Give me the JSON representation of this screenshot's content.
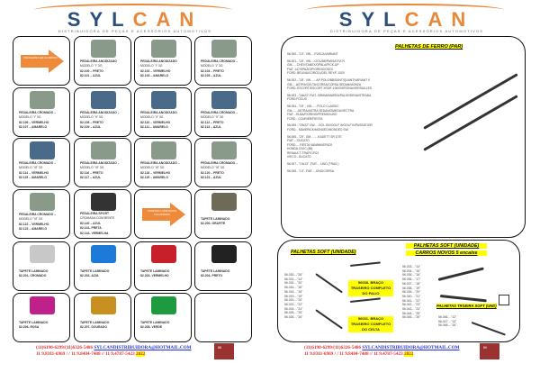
{
  "brand": {
    "name": "SYLCAN",
    "tagline": "DISTRIBUIDORA DE PEÇAS E ACESSÓRIOS AUTOMOTIVOS"
  },
  "left": {
    "arrows": {
      "pedaleira": "PEDALEIRA EM ALUMÍNIO",
      "tapetes": "TAPETES LAMINADOS COLORIDOS"
    },
    "cards": [
      {
        "lines": [
          "PEDALEIRA ANODIZADO",
          "MODELO \"I\" 3G",
          "82.100 – PRETO",
          "82.101 – AZUL"
        ],
        "color": "#8a9a8a"
      },
      {
        "lines": [
          "PEDALEIRA ANODIZADO",
          "MODELO \"I\" 3G",
          "82.102 – VERMELHO",
          "82.103 – AMARELO"
        ],
        "color": "#8a9a8a"
      },
      {
        "lines": [
          "PEDALEIRA CROMADO –",
          "MODELO \"I\" 3G",
          "82.104 – PRETO",
          "82.105 – AZUL"
        ],
        "color": "#8a9a8a"
      },
      {
        "lines": [
          "PEDALEIRA CROMADO –",
          "MODELO \"I\" 3G",
          "82.106 – VERMELHO",
          "82.107 – AMARELO"
        ],
        "color": "#8a9a8a"
      },
      {
        "lines": [
          "PEDALEIRA ANODIZADO –",
          "MODELO \"II\" 3G",
          "82.108 – PRETO",
          "82.109 – AZUL"
        ],
        "color": "#4a6a8a"
      },
      {
        "lines": [
          "PEDALEIRA ANODIZADO",
          "MODELO \"II\" 3G",
          "82.110 – VERMELHO",
          "82.111 – AMARELO"
        ],
        "color": "#4a6a8a"
      },
      {
        "lines": [
          "PEDALEIRA CROMADO –",
          "MODELO \"II\" 3G",
          "82.112 – PRETO",
          "82.113 – AZUL"
        ],
        "color": "#4a6a8a"
      },
      {
        "lines": [
          "PEDALEIRA CROMADO –",
          "MODELO \"III\" 3G",
          "82.114 – VERMELHO",
          "82.115 – AMARELO"
        ],
        "color": "#4a6a8a"
      },
      {
        "lines": [
          "PEDALEIRA ANODIZADO –",
          "MODELO \"III\" 3G",
          "82.116 – PRETO",
          "82.117 – AZUL"
        ],
        "color": "#8a9a8a"
      },
      {
        "lines": [
          "PEDALEIRA ANODIZADO –",
          "MODELO \"III\" 3G",
          "82.118 – VERMELHO",
          "82.119 – AMARELO"
        ],
        "color": "#8a9a8a"
      },
      {
        "lines": [
          "PEDALEIRA CROMADO –",
          "MODELO \"III\" 3G",
          "82.120 – PRETO",
          "82.121 – AZUL"
        ],
        "color": "#8a9a8a"
      },
      {
        "lines": [
          "PEDALEIRA CROMADO –",
          "MODELO \"III\" 3G",
          "82.122 – VERMELHO",
          "82.123 – AMARELO"
        ],
        "color": "#8a9a8a"
      },
      {
        "lines": [
          "PEDALEIRA SPORT",
          "CROMADA COM BENTE",
          "82.140 – AZUL",
          "82.141- PRETA",
          "82.142- VERMELHA"
        ],
        "color": "#333333"
      },
      {
        "lines": [
          "TAPETE LAMINADO",
          "82.200- GRAFITE"
        ],
        "color": "#6e6a58"
      },
      {
        "lines": [
          "TAPETE LAMINADO",
          "82.201- CROMADO"
        ],
        "color": "#c8c8c8"
      },
      {
        "lines": [
          "TAPETE LAMINADO",
          "82.202- AZUL"
        ],
        "color": "#1e7ad8"
      },
      {
        "lines": [
          "TAPETE LAMINADO",
          "82.203- VERMELHO"
        ],
        "color": "#c8202a"
      },
      {
        "lines": [
          "TAPETE LAMINADO",
          "82.204- PRETO"
        ],
        "color": "#222222"
      },
      {
        "lines": [
          "TAPETE LAMINADO",
          "82.206- ROSA"
        ],
        "color": "#c0208a"
      },
      {
        "lines": [
          "TAPETE LAMINADO",
          "82.207- DOURADO"
        ],
        "color": "#c89020"
      },
      {
        "lines": [
          "TAPETE LAMINADO",
          "82.208- VERDE"
        ],
        "color": "#1e9a40"
      }
    ],
    "page_number": "88"
  },
  "footer": {
    "phones1": "(11)6190-6299/(11)6326-5486",
    "email": "SYLCANDISTRIBUIDORA@HOTMAIL.COM",
    "phones2": "11 9.8311-6969 / / 11 9.8484-7488 // 11 9.4787-5423",
    "year": "2022"
  },
  "right": {
    "ferro_title": "PALHETAS DE FERRO (PAR)",
    "ferro": [
      [
        "56.000...\"13\"- VW.....FUSCA/VARIANT"
      ],
      [
        "56.001...\"15\"- VW.....GOL/BB/PASSAT/VOY.",
        "GM......CHEV/TANEX/OPALA/PICK-UP",
        "FIAT..147/SPAZIO/FIORINO/OGGI",
        "FORD..BELINA/CORCEL/DEL REY/F-1000"
      ],
      [
        "56.002...\"18\"- VW.......AP POLO/BB/SANT/QUANT/VARIANT II",
        "GM.....ASTRA/CELTA/CORSA/CORSA SEDAN/MONZA",
        "FORD..ESCORT/ESCORT XR3/F-1000/VERONA/VERSAILLES"
      ],
      [
        "56.003...\"16x22\"-FIAT...BRAVA/MAREA/PALIO/SIENA/STRADA",
        "FORD.FOCUS"
      ],
      [
        "56.004...\"19\" - VW.......POLO CLASSIC",
        "GM.......ASTRA/ASTRA SEDAN/OMEGA/VECTRA",
        "FIAT....ELBA/FIORINO/PREMIO/UNO",
        "FORD...COURIER/FIESTA"
      ],
      [
        "56.005...\"20x22\"-VW.....GOL GIII/GOLF III/GOLF III/PASSAT.IDR",
        "FORD... MAVERICK/MONDEO/MONDEO SW."
      ],
      [
        "56.006...\"20\"- GM.........KADETT SR GTE",
        "FIAT.....DUCATO",
        "FORD.....FIESTA VAN/MAVERICK",
        "HONDA.CIVIC (85)",
        "RENAULT..TRAFIC/R21",
        "IVECO...DUCATO"
      ],
      [
        "56.007...\"13x13\" -FIAT.... UNO (TRAS.)"
      ],
      [
        "56.008...\"13\"- FIAT.....UNO/CORSA"
      ]
    ],
    "soft_title": "PALHETAS SOFT (UNIDADE)",
    "soft": [
      "56.030....\"26\"",
      "56.031....\"14\"",
      "56.032....\"20\"",
      "56.016....\"16\"",
      "56.018....\"18\"",
      "56.019....\"19\"",
      "56.020....\"20\"",
      "56.022....\"22\"",
      "56.024....\"24\"",
      "56.025....\"25\"",
      "56.026....\"26\""
    ],
    "braco1": [
      "56038- BRAÇO",
      "TRASEIRO COMPLETO",
      "DO PALIO"
    ],
    "braco2": [
      "56031- BRAÇO",
      "TRASEIRO COMPLETO",
      "DO CELTA"
    ],
    "new_title": "PALHETAS  SOFT (UNIDADE)",
    "new_subtitle": "CARROS NOVOS 5 encaixe",
    "new": [
      "56.033....\"14\"",
      "56.034....\"15\"",
      "56.035....\"16\"",
      "56.036....\"17\"",
      "56.037....\"18\"",
      "56.038....\"19\"",
      "56.039....\"20\"",
      "56.040....\"21\"",
      "56.041....\"22\"",
      "56.042....\"23\"",
      "56.043....\"24\"",
      "56.044....\"25\"",
      "56.045....\"26\""
    ],
    "rear_title": "PALHETAS TRSEIRA  SOFT (UND)",
    "rear": [
      "56.046....\"12\"",
      "56.047....\"13\"",
      "56.048....\"16\""
    ],
    "page_number": "89"
  }
}
